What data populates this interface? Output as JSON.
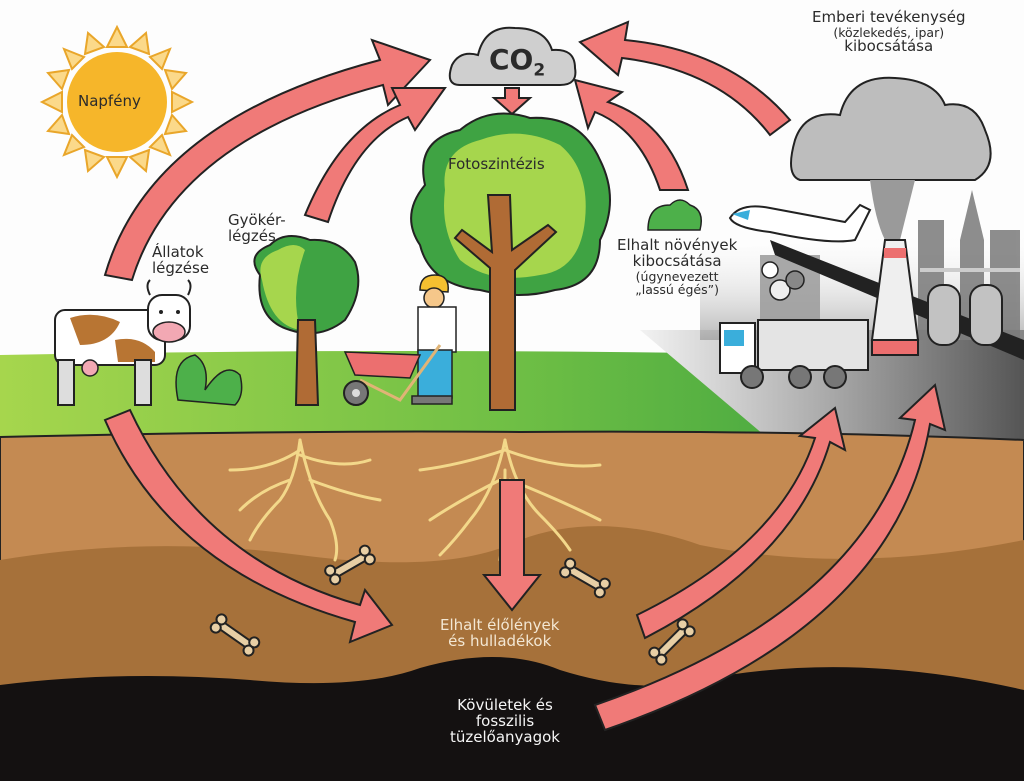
{
  "title": "Szén-körforgás",
  "co2": {
    "text": "CO",
    "subscript": "2"
  },
  "labels": {
    "sun": "Napfény",
    "root_respiration": [
      "Gyökér-",
      "légzés"
    ],
    "animal_respiration": [
      "Állatok",
      "légzése"
    ],
    "photosynthesis": "Fotoszintézis",
    "dead_plants": [
      "Elhalt növények",
      "kibocsátása",
      "(úgynevezett",
      "„lassú égés”)"
    ],
    "human_activity": [
      "Emberi tevékenység",
      "(közlekedés, ipar)",
      "kibocsátása"
    ],
    "dead_organisms": [
      "Elhalt élőlények",
      "és hulladékok"
    ],
    "fossils": [
      "Kövületek és",
      "fosszilis",
      "tüzelőanyagok"
    ]
  },
  "colors": {
    "arrow": "#f07a78",
    "sun": "#f6b62a",
    "grass_light": "#9ed24c",
    "grass_dark": "#3fa343",
    "soil_top": "#c48a52",
    "soil_mid": "#a6713a",
    "fossil": "#141111",
    "smog": "#8a8a8a"
  },
  "icons": [
    "sun-icon",
    "co2-cloud-icon",
    "cow-icon",
    "tree-icon",
    "small-tree-icon",
    "worker-icon",
    "wheelbarrow-icon",
    "bush-icon",
    "airplane-icon",
    "truck-icon",
    "factory-chimney-icon",
    "storage-tank-icon",
    "bone-icon",
    "roots-icon",
    "smog-cloud-icon",
    "city-skyline-icon"
  ]
}
